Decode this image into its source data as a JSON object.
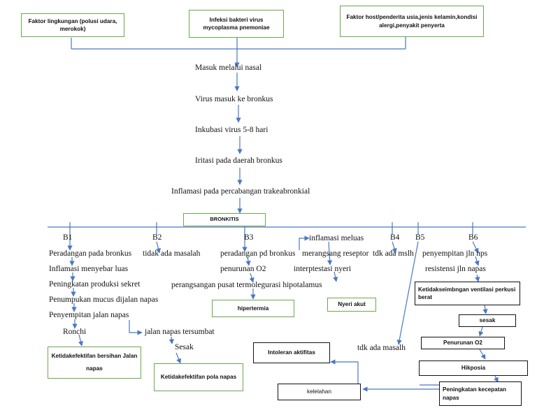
{
  "top_boxes": {
    "environment": "Faktor lingkungan (polusi udara, merokok)",
    "infection": "Infeksi bakteri virus mycoplasma pnemoniae",
    "host": "Faktor host/penderita usia,jenis kelamin,kondisi alergi,penyakit penyerta"
  },
  "chain": {
    "step1": "Masuk melalui nasal",
    "step2": "Virus masuk ke bronkus",
    "step3": "Inkubasi virus 5-8 hari",
    "step4": "Iritasi pada daerah bronkus",
    "step5": "Inflamasi pada percabangan trakeabronkial",
    "center_box": "BRONKITIS"
  },
  "branches": {
    "b1": "B1",
    "b2": "B2",
    "b3": "B3",
    "b4": "B4",
    "b5": "B5",
    "b6": "B6"
  },
  "b1_items": {
    "i1": "Peradangan pada bronkus",
    "i2": "Inflamasi menyebar luas",
    "i3": "Peningkatan produksi sekret",
    "i4": "Penumpukan mucus dijalan napas",
    "i5": "Penyempitan jalan napas",
    "i6": "Ronchi",
    "i7": "jalan napas tersumbat",
    "i8": "Sesak",
    "dx1": "Ketidakefektifan bersihan Jalan napas",
    "dx2": "Ketidakefektifan pola napas"
  },
  "b2_items": {
    "i1": "tidak ada masalah"
  },
  "b3_items": {
    "i1": "peradangan pd bronkus",
    "i2": "penurunan O2",
    "i3": "perangsangan pusat termolegurasi hipotalamus",
    "dx1": "hipertermia",
    "i4": "inflamasi meluas",
    "i5": "merangsang reseptor",
    "i6": "interptestasi nyeri",
    "dx2": "Nyeri akut"
  },
  "b4_items": {
    "i1": "tdk ada mslh"
  },
  "b5_items": {
    "i1": "tdk ada masalh"
  },
  "b6_items": {
    "i1": "penyempitan jln nps",
    "i2": "resistensi jln napas",
    "box1": "Ketidakseimbngan ventilasi perkusi berat",
    "box2": "sesak",
    "box3": "Penurunan O2",
    "box4": "Hikposia",
    "box5": "Peningkatan kecepatan napas",
    "box6": "kelelahan",
    "dx": "Intoleran aktifitas"
  },
  "colors": {
    "line": "#4a78c2",
    "green_border": "#6aa84f",
    "black_border": "#111111"
  }
}
